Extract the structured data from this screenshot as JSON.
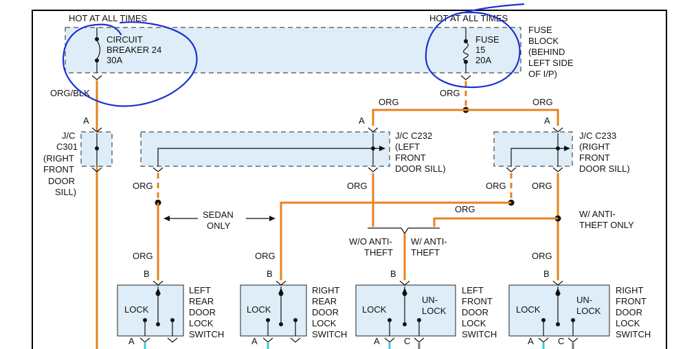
{
  "power": {
    "hot_left": "HOT AT ALL TIMES",
    "hot_right": "HOT AT ALL TIMES",
    "breaker": [
      "CIRCUIT",
      "BREAKER 24",
      "30A"
    ],
    "fuse": [
      "FUSE",
      "15",
      "20A"
    ],
    "fuse_block": [
      "FUSE",
      "BLOCK",
      "(BEHIND",
      "LEFT SIDE",
      "OF I/P)"
    ]
  },
  "wires": {
    "org_blk": "ORG/BLK",
    "org": "ORG"
  },
  "junctions": {
    "c301": [
      "J/C",
      "C301",
      "(RIGHT",
      "FRONT",
      "DOOR",
      "SILL)"
    ],
    "c232": [
      "J/C C232",
      "(LEFT",
      "FRONT",
      "DOOR SILL)"
    ],
    "c233": [
      "J/C C233",
      "(RIGHT",
      "FRONT",
      "DOOR SILL)"
    ]
  },
  "pins": {
    "a": "A",
    "b": "B",
    "c": "C"
  },
  "options": {
    "sedan": [
      "SEDAN",
      "ONLY"
    ],
    "wo_anti": [
      "W/O ANTI-",
      "THEFT"
    ],
    "w_anti": [
      "W/ ANTI-",
      "THEFT"
    ],
    "w_anti_only": [
      "W/ ANTI-",
      "THEFT ONLY"
    ]
  },
  "switches": {
    "lock": "LOCK",
    "unlock": [
      "UN-",
      "LOCK"
    ],
    "left_rear": [
      "LEFT",
      "REAR",
      "DOOR",
      "LOCK",
      "SWITCH"
    ],
    "right_rear": [
      "RIGHT",
      "REAR",
      "DOOR",
      "LOCK",
      "SWITCH"
    ],
    "left_front": [
      "LEFT",
      "FRONT",
      "DOOR",
      "LOCK",
      "SWITCH"
    ],
    "right_front": [
      "RIGHT",
      "FRONT",
      "DOOR",
      "LOCK",
      "SWITCH"
    ]
  },
  "colors": {
    "wire_org": "#e8821e",
    "box_fill": "#deedf7",
    "annotation": "#1a2fd6",
    "wire_cyan": "#22d4e6"
  }
}
